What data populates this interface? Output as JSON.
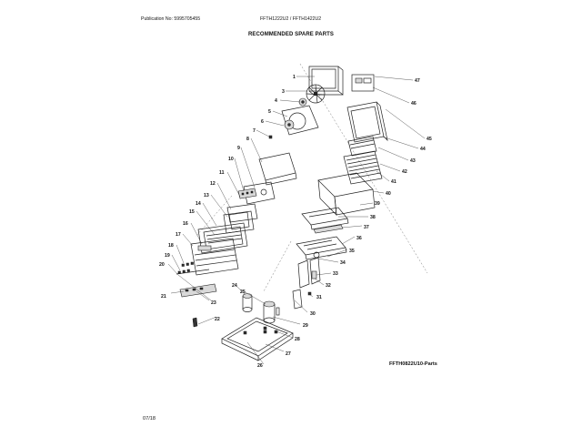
{
  "header": {
    "publication": "Publication No: 5995705455",
    "models": "FFTH1222U2 / FFTH1422U2"
  },
  "title": "RECOMMENDED SPARE PARTS",
  "footer": {
    "diagram_code": "FFTH0822U10-Parts",
    "date": "07/18"
  },
  "callouts": [
    "1",
    "3",
    "4",
    "5",
    "6",
    "7",
    "8",
    "9",
    "10",
    "11",
    "12",
    "13",
    "14",
    "15",
    "16",
    "17",
    "18",
    "19",
    "20",
    "21",
    "22",
    "23",
    "24",
    "25",
    "26",
    "27",
    "28",
    "29",
    "30",
    "31",
    "32",
    "33",
    "34",
    "35",
    "36",
    "37",
    "38",
    "39",
    "40",
    "41",
    "42",
    "43",
    "44",
    "45",
    "46",
    "47"
  ]
}
